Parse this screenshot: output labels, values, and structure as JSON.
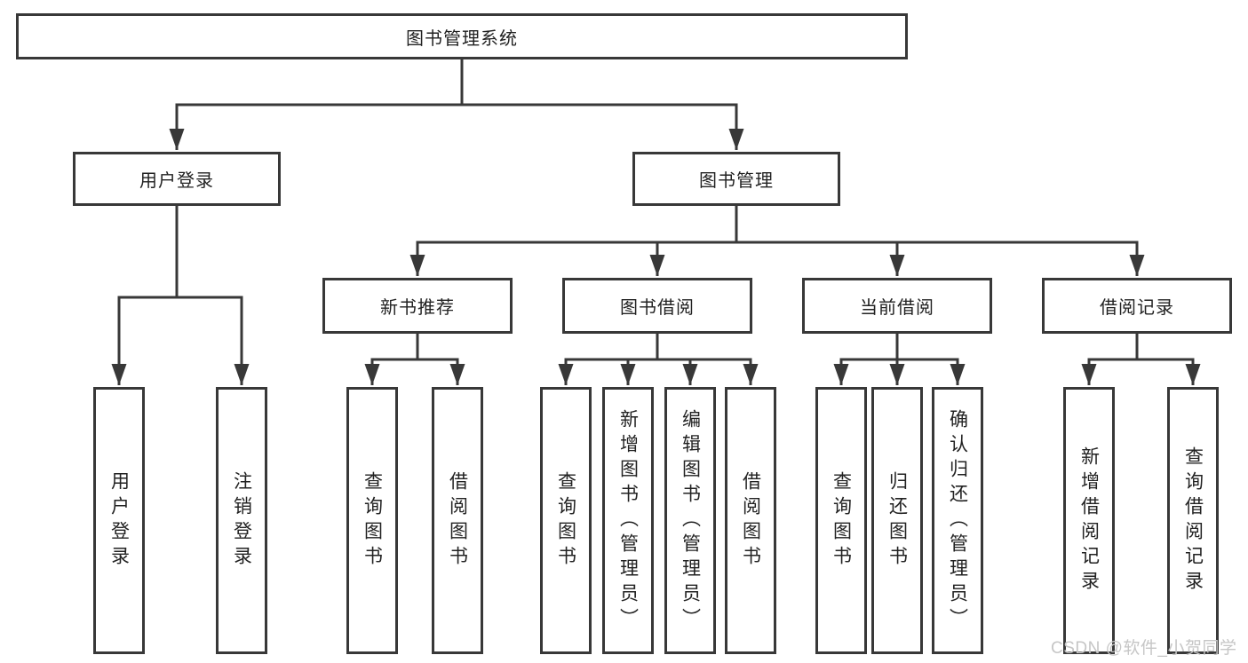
{
  "tree": {
    "root": {
      "label": "图书管理系统"
    },
    "branches": [
      {
        "label": "用户登录",
        "children": [
          {
            "label": "用户登录"
          },
          {
            "label": "注销登录"
          }
        ]
      },
      {
        "label": "图书管理",
        "children": [
          {
            "label": "新书推荐",
            "children": [
              {
                "label": "查询图书"
              },
              {
                "label": "借阅图书"
              }
            ]
          },
          {
            "label": "图书借阅",
            "children": [
              {
                "label": "查询图书"
              },
              {
                "label": "新增图书（管理员）"
              },
              {
                "label": "编辑图书（管理员）"
              },
              {
                "label": "借阅图书"
              }
            ]
          },
          {
            "label": "当前借阅",
            "children": [
              {
                "label": "查询图书"
              },
              {
                "label": "归还图书"
              },
              {
                "label": "确认归还（管理员）"
              }
            ]
          },
          {
            "label": "借阅记录",
            "children": [
              {
                "label": "新增借阅记录"
              },
              {
                "label": "查询借阅记录"
              }
            ]
          }
        ]
      }
    ]
  },
  "watermark": {
    "text": "CSDN @软件_小贺同学"
  },
  "colors": {
    "line": "#383838",
    "box_border": "#383838",
    "box_background": "#ffffff",
    "text": "#222222",
    "watermark": "#c6c6c6"
  }
}
